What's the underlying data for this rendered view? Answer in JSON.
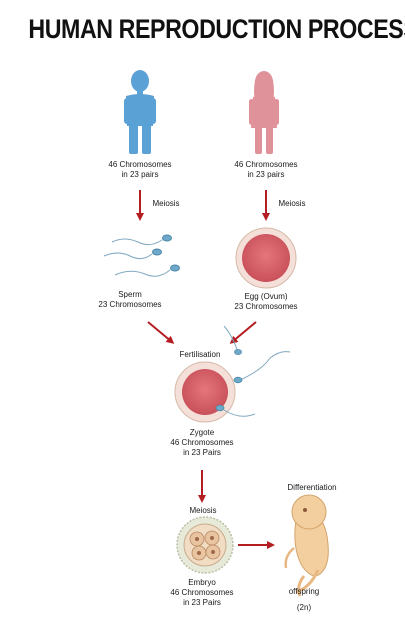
{
  "title": "HUMAN REPRODUCTION PROCESS",
  "colors": {
    "male": "#5aa1d6",
    "female": "#e0929a",
    "arrow": "#b41e22",
    "cell_fill": "#d9666c",
    "cell_ring": "#f4e0d8",
    "sperm": "#6fa9c9",
    "embryo": "#f3ce9e"
  },
  "male": {
    "line1": "46 Chromosomes",
    "line2": "in 23 pairs",
    "process": "Meiosis"
  },
  "female": {
    "line1": "46 Chromosomes",
    "line2": "in 23 pairs",
    "process": "Meiosis"
  },
  "sperm": {
    "line1": "Sperm",
    "line2": "23 Chromosomes"
  },
  "egg": {
    "line1": "Egg (Ovum)",
    "line2": "23 Chromosomes"
  },
  "fertilisation": "Fertilisation",
  "zygote": {
    "line1": "Zygote",
    "line2": "46 Chromosomes",
    "line3": "in 23 Pairs"
  },
  "embryo_process": "Meiosis",
  "embryo": {
    "line1": "Embryo",
    "line2": "46 Chromosomes",
    "line3": "in 23 Pairs"
  },
  "differentiation": "Differentiation",
  "offspring": {
    "line1": "offspring",
    "line2": "(2n)"
  }
}
